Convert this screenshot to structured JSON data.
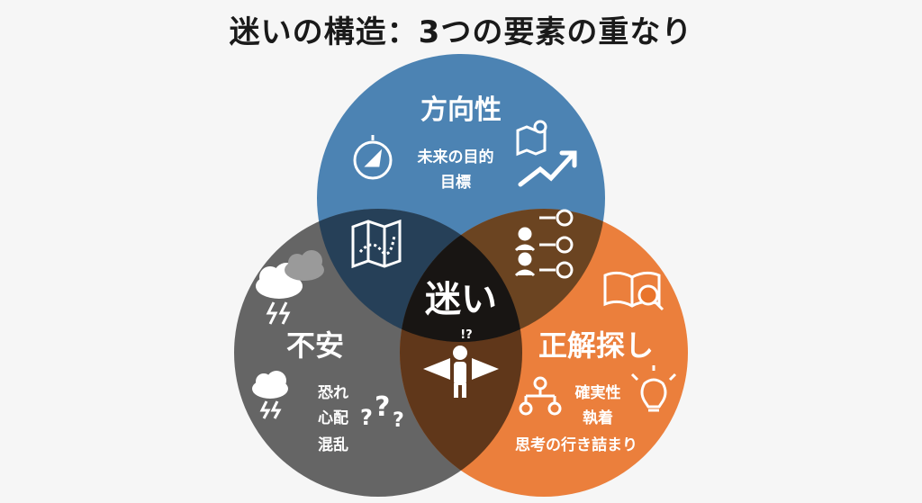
{
  "title": "迷いの構造：3つの要素の重なり",
  "colors": {
    "direction": "#3d78ad",
    "anxiety": "#5a5a5a",
    "answer": "#e9742b",
    "center": "#141414"
  },
  "direction": {
    "label": "方向性",
    "sub1": "未来の目的",
    "sub2": "目標",
    "icons": [
      "compass-icon",
      "map-pin-icon",
      "trend-arrow-icon"
    ]
  },
  "anxiety": {
    "label": "不安",
    "sub1": "恐れ",
    "sub2": "心配",
    "sub3": "混乱",
    "icons": [
      "storm-cloud-icon",
      "rain-cloud-icon",
      "question-marks-icon"
    ]
  },
  "answer": {
    "label": "正解探し",
    "sub1": "確実性",
    "sub2": "執着",
    "sub3": "思考の行き詰まり",
    "icons": [
      "book-search-icon",
      "flowchart-icon",
      "lightbulb-icon"
    ]
  },
  "overlaps": {
    "direction_anxiety_icon": "folded-map-icon",
    "direction_answer_icon": "decision-checklist-icon"
  },
  "center": {
    "label": "迷い",
    "mark": "!?",
    "icon": "confused-person-crossroads-icon"
  }
}
